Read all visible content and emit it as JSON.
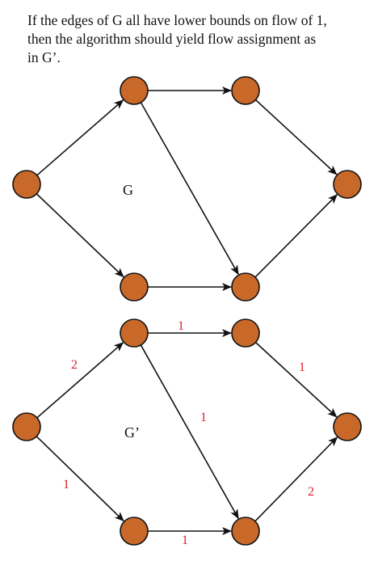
{
  "caption": {
    "lines": [
      "If the edges of G all have lower bounds on flow of 1,",
      "then the algorithm should yield flow assignment as",
      "in G’."
    ]
  },
  "colors": {
    "node_fill": "#c8692a",
    "edge_stroke": "#111111",
    "flow_label": "#d9232e"
  },
  "graphs": [
    {
      "name": "G",
      "edges": [
        {
          "from": "s",
          "to": "a",
          "flow": ""
        },
        {
          "from": "s",
          "to": "b",
          "flow": ""
        },
        {
          "from": "a",
          "to": "c",
          "flow": ""
        },
        {
          "from": "a",
          "to": "d",
          "flow": ""
        },
        {
          "from": "b",
          "to": "d",
          "flow": ""
        },
        {
          "from": "c",
          "to": "t",
          "flow": ""
        },
        {
          "from": "d",
          "to": "t",
          "flow": ""
        }
      ]
    },
    {
      "name": "G’",
      "edges": [
        {
          "from": "s",
          "to": "a",
          "flow": "2"
        },
        {
          "from": "s",
          "to": "b",
          "flow": "1"
        },
        {
          "from": "a",
          "to": "c",
          "flow": "1"
        },
        {
          "from": "a",
          "to": "d",
          "flow": "1"
        },
        {
          "from": "b",
          "to": "d",
          "flow": "1"
        },
        {
          "from": "c",
          "to": "t",
          "flow": "1"
        },
        {
          "from": "d",
          "to": "t",
          "flow": "2"
        }
      ]
    }
  ]
}
